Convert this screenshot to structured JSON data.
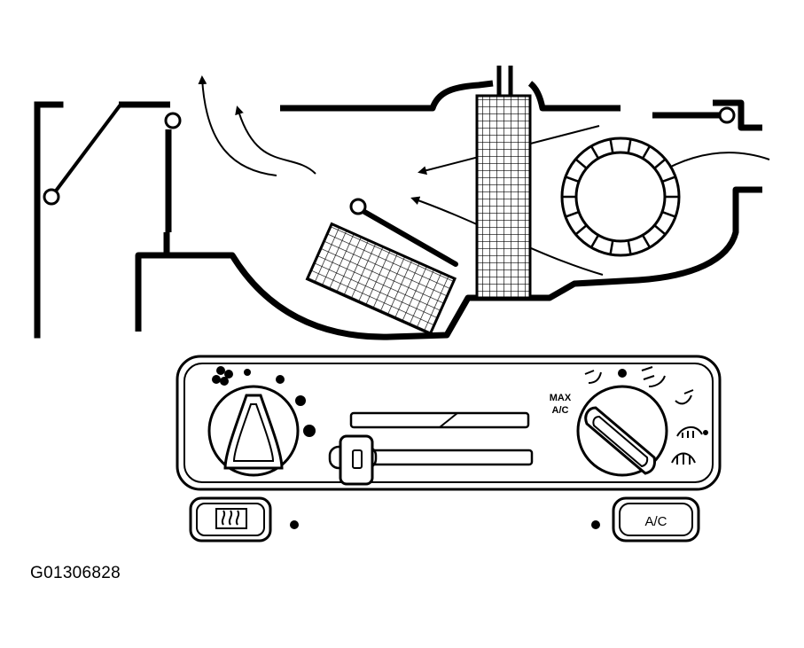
{
  "control_panel": {
    "max_ac_label_line1": "MAX",
    "max_ac_label_line2": "A/C",
    "ac_button_label": "A/C"
  },
  "figure_reference": "G01306828"
}
